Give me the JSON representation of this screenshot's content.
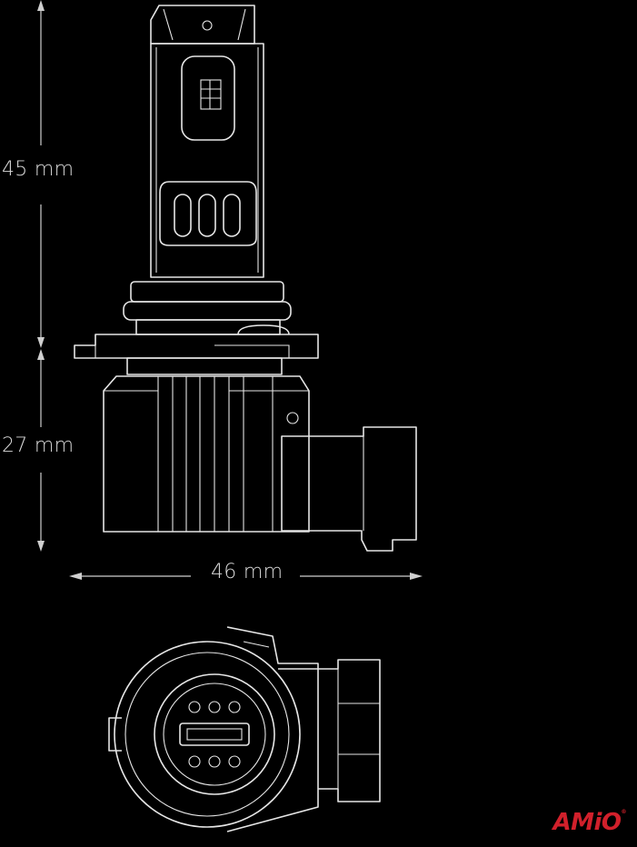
{
  "dimensions": {
    "height_top": "45 mm",
    "height_bottom": "27 mm",
    "width": "46 mm"
  },
  "brand": {
    "logo_text": "AMiO",
    "mark": "®",
    "color": "#d1202b"
  },
  "colors": {
    "background": "#000000",
    "line": "#e6e6e6"
  }
}
